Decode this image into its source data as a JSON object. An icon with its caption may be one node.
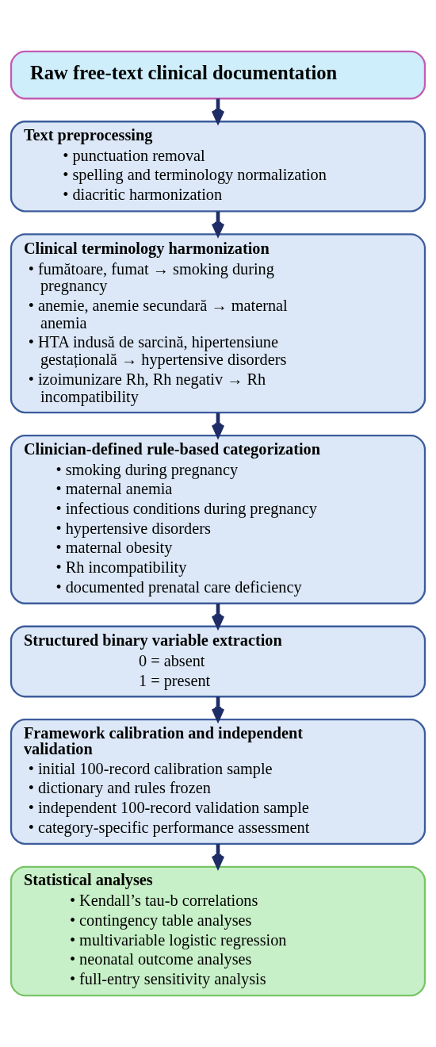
{
  "diagram": {
    "nodes": [
      {
        "text": [
          "Raw free-text clinical documentation"
        ]
      },
      {
        "text": [
          "Text preprocessing",
          "• punctuation removal",
          "• spelling and terminology normalization",
          "• diacritic harmonization"
        ]
      },
      {
        "text": [
          "Clinical terminology harmonization",
          "• fumătoare, fumat → smoking during pregnancy",
          "• anemie, anemie secundară → maternal anemia",
          "• HTA indusă de sarcină, hipertensiune gestațională → hypertensive disorders",
          "• izoimunizare Rh, Rh negativ → Rh incompatibility"
        ]
      },
      {
        "text": [
          "Clinician-defined rule-based categorization",
          "• smoking during pregnancy",
          "• maternal anemia",
          "• infectious conditions during pregnancy",
          "• hypertensive disorders",
          "• maternal obesity",
          "• Rh incompatibility",
          "• documented prenatal care deficiency"
        ]
      },
      {
        "text": [
          "Structured binary variable extraction",
          "0 = absent",
          "1 = present"
        ]
      },
      {
        "text": [
          "Framework calibration and independent validation",
          "• initial 100-record calibration sample",
          "• dictionary and rules frozen",
          "• independent 100-record validation sample",
          "• category-specific performance assessment"
        ]
      },
      {
        "text": [
          "Statistical analyses",
          "• Kendall’s tau-b correlations",
          "• contingency table analyses",
          "• multivariable logistic regression",
          "• neonatal outcome analyses",
          "• full-entry sensitivity analysis"
        ]
      }
    ],
    "edges": [
      {
        "from": 0,
        "to": 1,
        "arrow": "to"
      },
      {
        "from": 1,
        "to": 2,
        "arrow": "to"
      },
      {
        "from": 2,
        "to": 3,
        "arrow": "to"
      },
      {
        "from": 3,
        "to": 4,
        "arrow": "to"
      },
      {
        "from": 4,
        "to": 5,
        "arrow": "to"
      },
      {
        "from": 5,
        "to": 6,
        "arrow": "to"
      }
    ]
  }
}
